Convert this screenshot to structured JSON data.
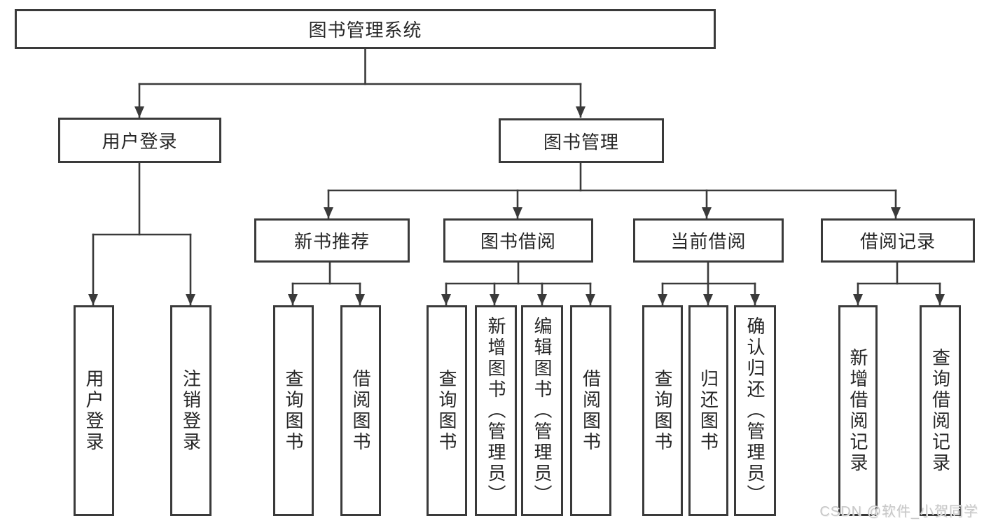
{
  "diagram": {
    "root": "图书管理系统",
    "level2": {
      "user_login": "用户登录",
      "book_mgmt": "图书管理"
    },
    "level3": {
      "new_book_rec": "新书推荐",
      "book_borrow": "图书借阅",
      "current_borrow": "当前借阅",
      "borrow_record": "借阅记录"
    },
    "leaves": {
      "user_login": [
        "用户登录",
        "注销登录"
      ],
      "new_book_rec": [
        "查询图书",
        "借阅图书"
      ],
      "book_borrow": [
        "查询图书",
        "新增图书（管理员）",
        "编辑图书（管理员）",
        "借阅图书"
      ],
      "current_borrow": [
        "查询图书",
        "归还图书",
        "确认归还（管理员）"
      ],
      "borrow_record": [
        "新增借阅记录",
        "查询借阅记录"
      ]
    }
  },
  "watermark": "CSDN @软件_小贺同学",
  "colors": {
    "line": "#3a3a3a",
    "text": "#262626",
    "watermark": "#c8c8c8",
    "background": "#ffffff"
  }
}
